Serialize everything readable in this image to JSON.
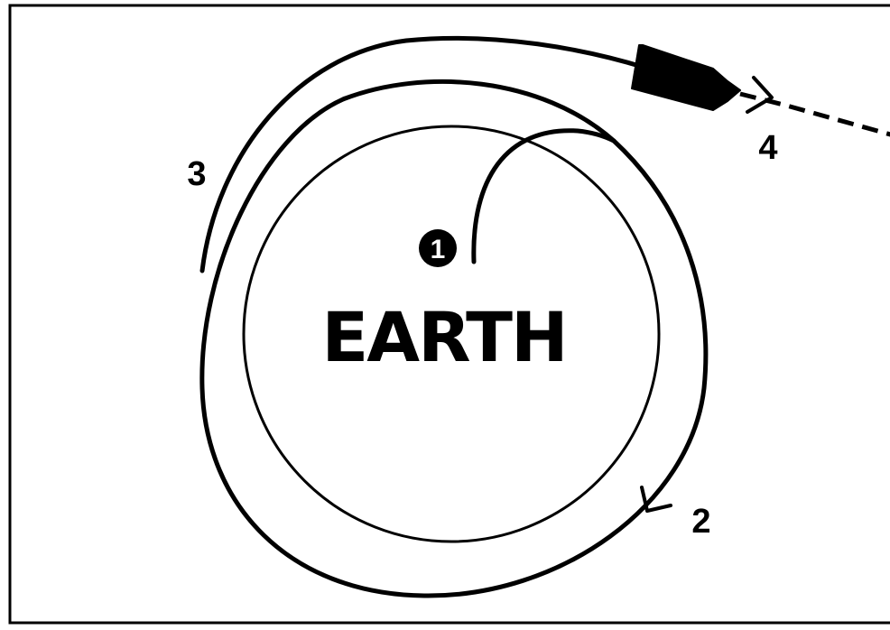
{
  "diagram": {
    "planet_label": "EARTH",
    "launch_marker": "1",
    "steps": [
      "2",
      "3",
      "4"
    ],
    "colors": {
      "ink": "#000000",
      "background": "#ffffff"
    }
  }
}
